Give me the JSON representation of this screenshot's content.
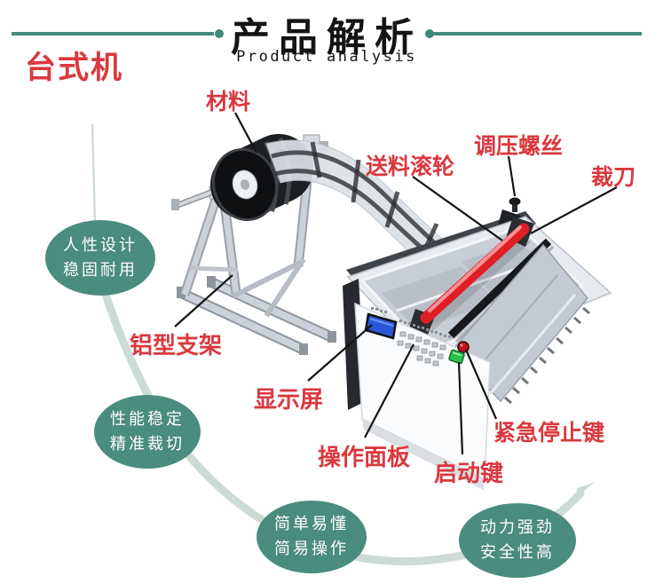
{
  "header": {
    "title_cn": "产品解析",
    "title_en": "Product analysis"
  },
  "machine_type_label": "台式机",
  "part_labels": {
    "material": "材料",
    "feed_roller": "送料滚轮",
    "pressure_screw": "调压螺丝",
    "cutter": "裁刀",
    "aluminum_stand": "铝型支架",
    "display": "显示屏",
    "control_panel": "操作面板",
    "start_key": "启动键",
    "emergency_stop": "紧急停止键"
  },
  "feature_bubbles": [
    {
      "line1": "人性设计",
      "line2": "稳固耐用"
    },
    {
      "line1": "性能稳定",
      "line2": "精准裁切"
    },
    {
      "line1": "简单易懂",
      "line2": "简易操作"
    },
    {
      "line1": "动力强劲",
      "line2": "安全性高"
    }
  ],
  "colors": {
    "accent_teal": "#43897c",
    "bubble_fill": "#4a8c7d",
    "label_red": "#da383e",
    "swoosh": "#cddbd5",
    "roller_red": "#e01e26",
    "lcd_blue": "#2a57d6",
    "start_green": "#2ec14d"
  }
}
